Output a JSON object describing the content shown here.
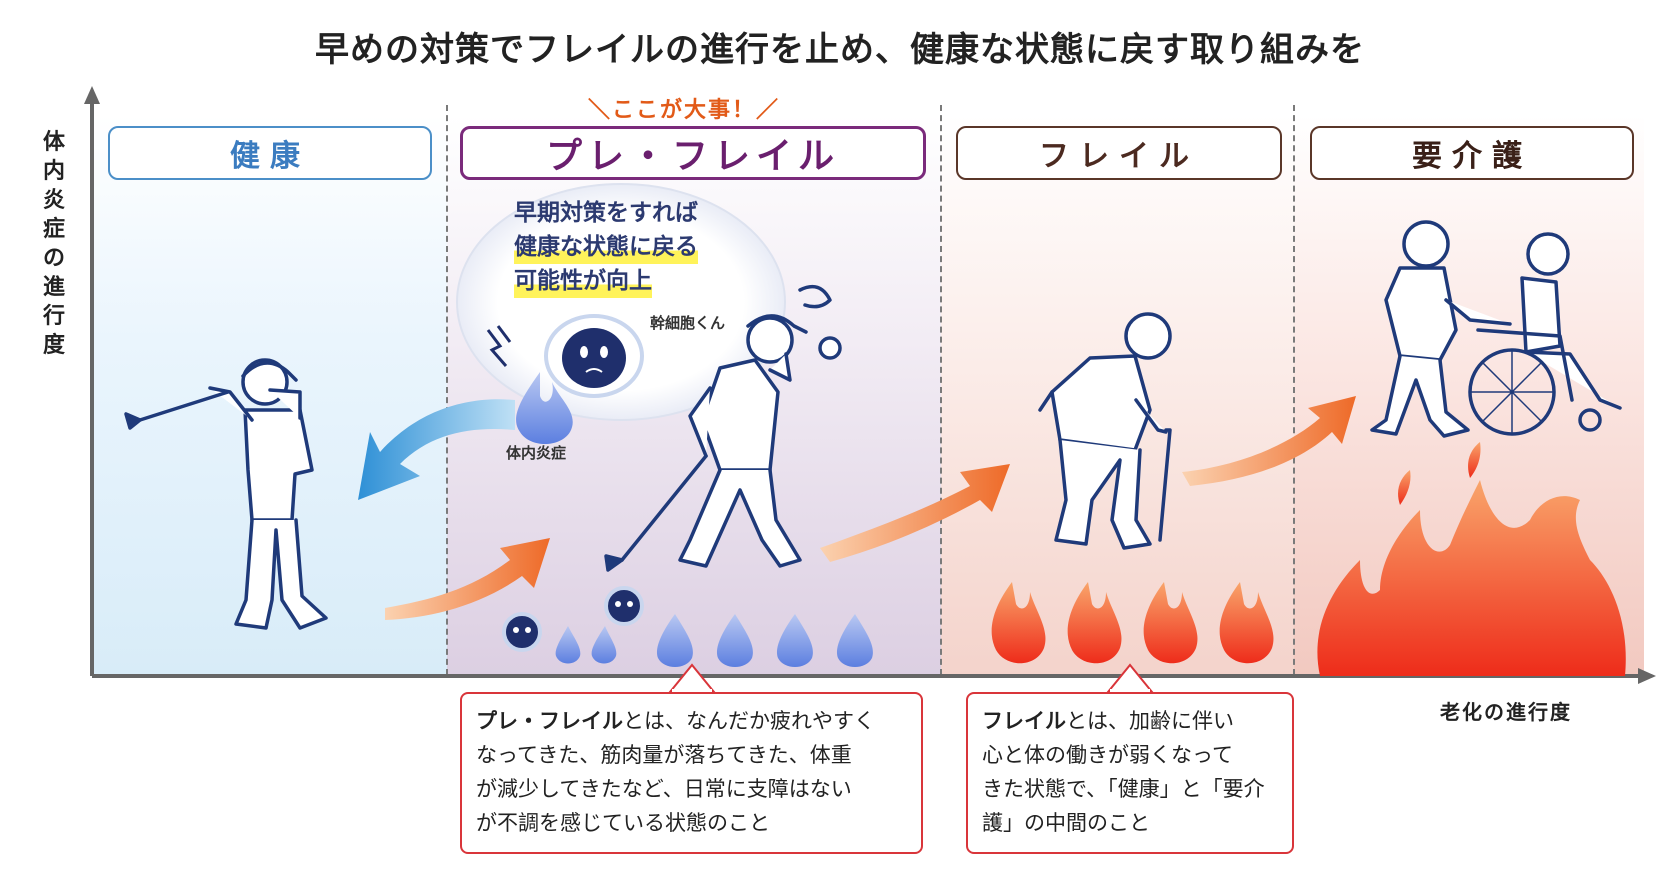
{
  "title": "早めの対策でフレイルの進行を止め、健康な状態に戻す取り組みを",
  "y_axis_label": [
    "体",
    "内",
    "炎",
    "症",
    "の",
    "進",
    "行",
    "度"
  ],
  "x_axis_label": "老化の進行度",
  "important_note": "＼ここが大事！／",
  "stages": {
    "health": "健康",
    "pre_frail": "プレ・フレイル",
    "frail": "フレイル",
    "care": "要介護"
  },
  "bubble": {
    "line1": "早期対策をすれば",
    "line2": "健康な状態に戻る",
    "line3": "可能性が向上"
  },
  "labels": {
    "stem_cell": "幹細胞くん",
    "inflammation": "体内炎症"
  },
  "callouts": {
    "pre_frail": {
      "term": "プレ・フレイル",
      "line1": "とは、なんだか疲れやすく",
      "line2": "なってきた、筋肉量が落ちてきた、体重",
      "line3": "が減少してきたなど、日常に支障はない",
      "line4": "が不調を感じている状態のこと"
    },
    "frail": {
      "term": "フレイル",
      "line1": "とは、加齢に伴い",
      "line2": "心と体の働きが弱くなって",
      "line3": "きた状態で、「健康」と「要介",
      "line4": "護」の中間のこと"
    }
  },
  "colors": {
    "blue_arrow": "#3a9ad9",
    "orange_arrow": "#f07a3a",
    "blue_flame": "#6d8fe0",
    "fire": "#f04a1e",
    "callout_border": "#d9353a",
    "pre_frail_border": "#7a2a7b"
  },
  "icons": [
    "golfer-icon",
    "tired-golfer-icon",
    "elderly-cane-icon",
    "wheelchair-icon",
    "stem-cell-icon",
    "blue-flame-icon",
    "fire-icon"
  ]
}
